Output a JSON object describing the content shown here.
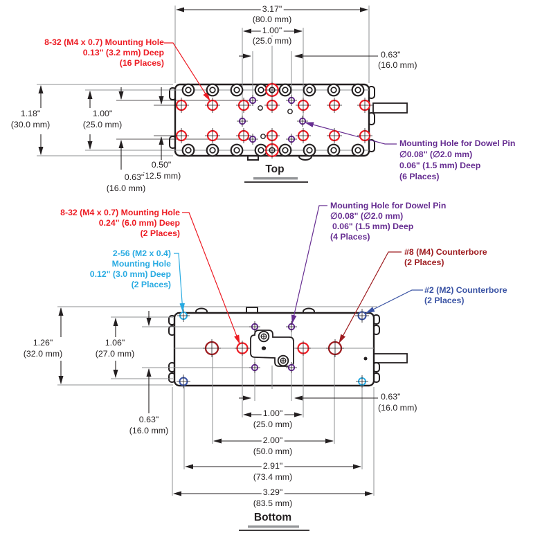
{
  "top_view": {
    "label": "Top",
    "dims": {
      "overall_in": "3.17\"",
      "overall_mm": "(80.0 mm)",
      "dowel_mid_in": "1.00\"",
      "dowel_mid_mm": "(25.0 mm)",
      "dowel_outer_in": "0.63\"",
      "dowel_outer_mm": "(16.0 mm)",
      "height_in": "1.18\"",
      "height_mm": "(30.0 mm)",
      "hole_rows_in": "1.00\"",
      "hole_rows_mm": "(25.0 mm)",
      "red_rows_in": "0.50\"",
      "red_rows_mm": "(12.5 mm)",
      "dowel_rows_in": "0.63\"",
      "dowel_rows_mm": "(16.0 mm)"
    },
    "callouts": {
      "mounting": [
        "8-32 (M4 x 0.7) Mounting Hole",
        "0.13\" (3.2 mm) Deep",
        "(16 Places)"
      ],
      "dowel": [
        "Mounting Hole for Dowel Pin",
        "∅0.08\" (∅2.0 mm)",
        "0.06\" (1.5 mm) Deep",
        "(6 Places)"
      ]
    }
  },
  "bottom_view": {
    "label": "Bottom",
    "dims": {
      "height_in": "1.26\"",
      "height_mm": "(32.0 mm)",
      "inner_height_in": "1.06\"",
      "inner_height_mm": "(27.0 mm)",
      "dowel_rows_in": "0.63\"",
      "dowel_rows_mm": "(16.0 mm)",
      "dowel_cols_in": "0.63\"",
      "dowel_cols_mm": "(16.0 mm)",
      "holes_in": "1.00\"",
      "holes_mm": "(25.0 mm)",
      "cbores_in": "2.00\"",
      "cbores_mm": "(50.0 mm)",
      "corners_in": "2.91\"",
      "corners_mm": "(73.4 mm)",
      "overall_in": "3.29\"",
      "overall_mm": "(83.5 mm)"
    },
    "callouts": {
      "mounting": [
        "8-32 (M4 x 0.7) Mounting Hole",
        "0.24\" (6.0 mm) Deep",
        "(2 Places)"
      ],
      "tap_256": [
        "2-56 (M2 x 0.4)",
        "Mounting Hole",
        "0.12\" (3.0 mm) Deep",
        "(2 Places)"
      ],
      "dowel": [
        "Mounting Hole for Dowel Pin",
        "∅0.08\" (∅2.0 mm)",
        "0.06\" (1.5 mm) Deep",
        "(4 Places)"
      ],
      "cbore_8": [
        "#8 (M4) Counterbore",
        "(2 Places)"
      ],
      "cbore_2": [
        "#2 (M2) Counterbore",
        "(2 Places)"
      ]
    }
  },
  "colors": {
    "mounting_hole_red": "#ed1c24",
    "dowel_purple": "#662d91",
    "tap_cyan": "#29abe2",
    "counterbore8_dark_red": "#9e1c20",
    "counterbore2_blue": "#3a53a4",
    "dimension_black": "#231f20",
    "extension_grey": "#8d8f92"
  }
}
